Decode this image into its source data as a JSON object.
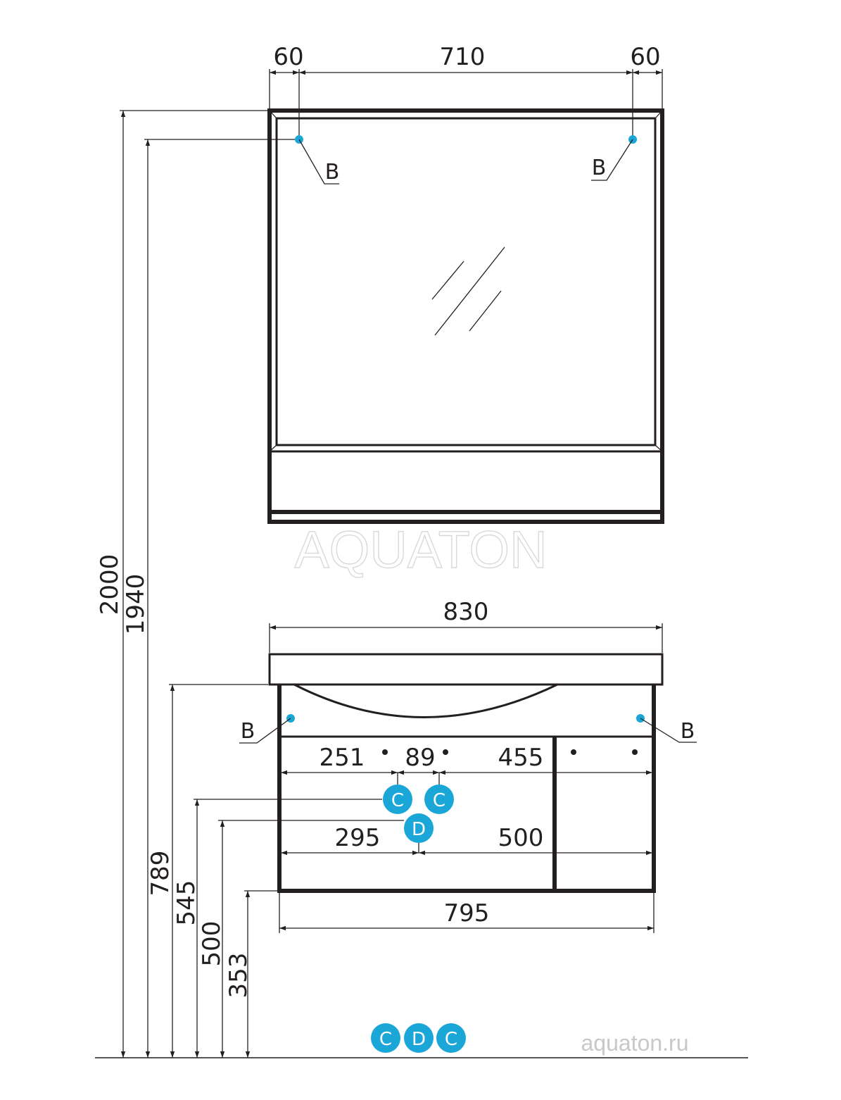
{
  "colors": {
    "line": "#231f20",
    "accent": "#1aa6d6",
    "badge_text": "#ffffff",
    "watermark": "#d9d9d9",
    "site": "#c8c8c8"
  },
  "mirror": {
    "width_left_margin": "60",
    "width_inner": "710",
    "width_right_margin": "60",
    "mount_label_left": "B",
    "mount_label_right": "B"
  },
  "heights": {
    "mirror_top": "2000",
    "mirror_mount": "1940",
    "cabinet_top": "789",
    "pipe_c": "545",
    "pipe_d": "500",
    "cabinet_bottom": "353"
  },
  "cabinet": {
    "overall_width": "830",
    "body_width": "795",
    "mount_label_left": "B",
    "mount_label_right": "B",
    "c_left_offset": "251",
    "c_spacing": "89",
    "c_right_offset": "455",
    "d_left_offset": "295",
    "d_right_offset": "500"
  },
  "badges": {
    "c": "C",
    "d": "D"
  },
  "watermark": "AQUATON",
  "website": "aquaton.ru"
}
